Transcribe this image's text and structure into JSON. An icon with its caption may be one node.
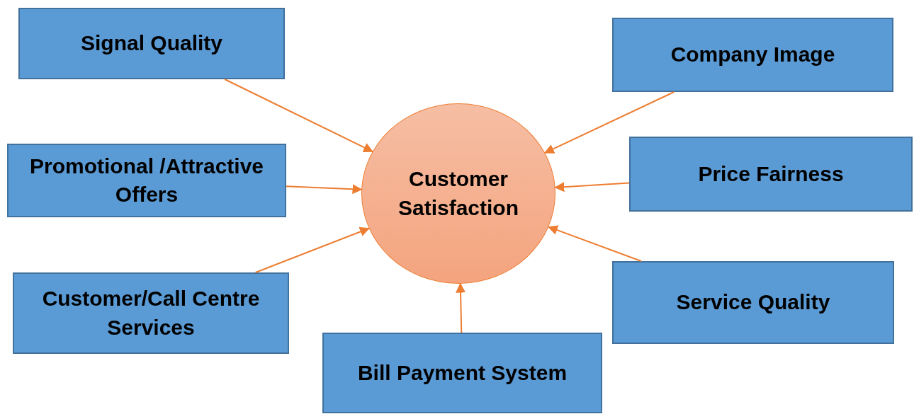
{
  "diagram": {
    "nodes": [
      {
        "text": [
          "Signal Quality"
        ]
      },
      {
        "text": [
          "Company Image"
        ]
      },
      {
        "text": [
          "Promotional /Attractive Offers"
        ]
      },
      {
        "text": [
          "Customer Satisfaction"
        ]
      },
      {
        "text": [
          "Price Fairness"
        ]
      },
      {
        "text": [
          "Customer/Call Centre Services"
        ]
      },
      {
        "text": [
          "Service Quality"
        ]
      },
      {
        "text": [
          "Bill Payment System"
        ]
      }
    ],
    "edges": [
      {
        "from": 0,
        "to": 3,
        "arrow": "to"
      },
      {
        "from": 1,
        "to": 3,
        "arrow": "to"
      },
      {
        "from": 2,
        "to": 3,
        "arrow": "to"
      },
      {
        "from": 4,
        "to": 3,
        "arrow": "to"
      },
      {
        "from": 5,
        "to": 3,
        "arrow": "to"
      },
      {
        "from": 6,
        "to": 3,
        "arrow": "to"
      },
      {
        "from": 7,
        "to": 3,
        "arrow": "to"
      }
    ]
  }
}
